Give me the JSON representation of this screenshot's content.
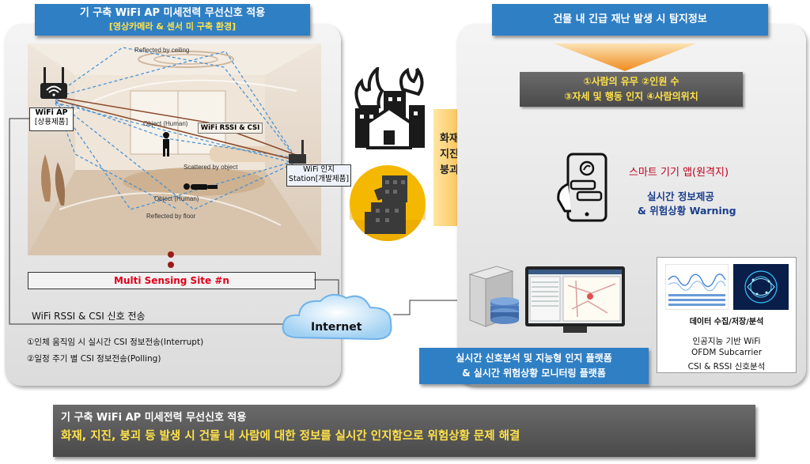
{
  "left_header": {
    "line1": "기 구축 WiFi AP 미세전력 무선신호 적용",
    "line2": "[영상카메라 & 센서 미 구축 환경]"
  },
  "right_header": {
    "title": "건물 내 긴급 재난 발생 시 탐지정보"
  },
  "detection_info": {
    "line1": "①사람의 유무 ②인원 수",
    "line2": "③자세 및 행동 인지 ④사람의위치"
  },
  "room": {
    "reflected_ceiling": "Reflected by ceiling",
    "object_human_standing": "Object (Human)",
    "rssi_csi": "WiFi RSSI & CSI",
    "scattered": "Scattered by object",
    "object_human_lying": "Object (Human)",
    "reflected_floor": "Reflected by floor",
    "ap_label_line1": "WiFi AP",
    "ap_label_line2": "[상용제품]",
    "station_line1": "WiFi 인지",
    "station_line2": "Station[개발제품]"
  },
  "multi_sensing": "Multi Sensing  Site #n",
  "transmission": "WiFi RSSI & CSI 신호 전송",
  "transmission_modes": [
    "①인체 움직임 시 실시간 CSI 정보전송(Interrupt)",
    "②일정 주기 별 CSI 정보전송(Polling)"
  ],
  "internet": "Internet",
  "disaster_arrow": {
    "line1": "화재",
    "line2": "지진",
    "line3": "붕괴"
  },
  "smart_app": {
    "title": "스마트 기기 앱(원격지)",
    "line1": "실시간 정보제공",
    "line2": "& 위험상황 Warning"
  },
  "data_panel": {
    "title": "데이터 수집/저장/분석",
    "desc1": "인공지능 기반 WiFi",
    "desc2": "OFDM  Subcarrier",
    "desc3": "CSI & RSSI 신호분석"
  },
  "platform": {
    "line1": "실시간 신호분석 및 지능형 인지 플랫폼",
    "line2": "& 실시간 위험상황 모니터링 플랫폼"
  },
  "bottom": {
    "line1": "기 구축 WiFi AP 미세전력 무선신호 적용",
    "line2": "화재, 지진, 붕괴 등 발생 시 건물 내 사람에 대한 정보를 실시간 인지함으로 위험상황 문제 해결"
  },
  "colors": {
    "header_blue": "#2f7fc4",
    "highlight_yellow": "#ffe24a",
    "accent_red": "#e0001b",
    "arrow_orange": "#f5a623",
    "bottom_bar": "#5a5a5a"
  }
}
